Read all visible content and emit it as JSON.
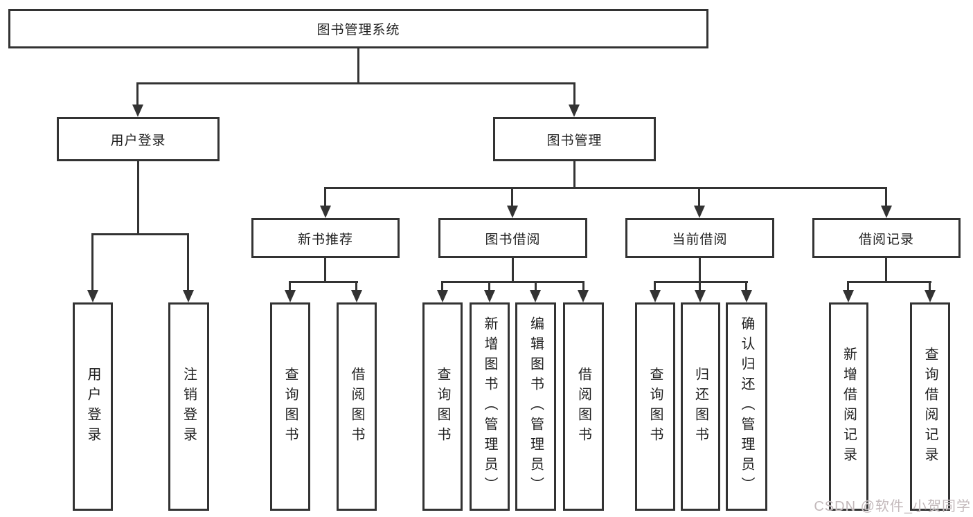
{
  "diagram": {
    "background": "#ffffff",
    "line_color": "#333333",
    "text_color": "#1f1f1f"
  },
  "tree": {
    "label": "图书管理系统",
    "children": [
      {
        "label": "用户登录",
        "children": [
          {
            "label": "用户登录"
          },
          {
            "label": "注销登录"
          }
        ]
      },
      {
        "label": "图书管理",
        "children": [
          {
            "label": "新书推荐",
            "children": [
              {
                "label": "查询图书"
              },
              {
                "label": "借阅图书"
              }
            ]
          },
          {
            "label": "图书借阅",
            "children": [
              {
                "label": "查询图书"
              },
              {
                "label": "新增图书（管理员）"
              },
              {
                "label": "编辑图书（管理员）"
              },
              {
                "label": "借阅图书"
              }
            ]
          },
          {
            "label": "当前借阅",
            "children": [
              {
                "label": "查询图书"
              },
              {
                "label": "归还图书"
              },
              {
                "label": "确认归还（管理员）"
              }
            ]
          },
          {
            "label": "借阅记录",
            "children": [
              {
                "label": "新增借阅记录"
              },
              {
                "label": "查询借阅记录"
              }
            ]
          }
        ]
      }
    ]
  },
  "watermark": {
    "text": "CSDN @软件_小贺同学",
    "color": "#c3b9bb"
  }
}
